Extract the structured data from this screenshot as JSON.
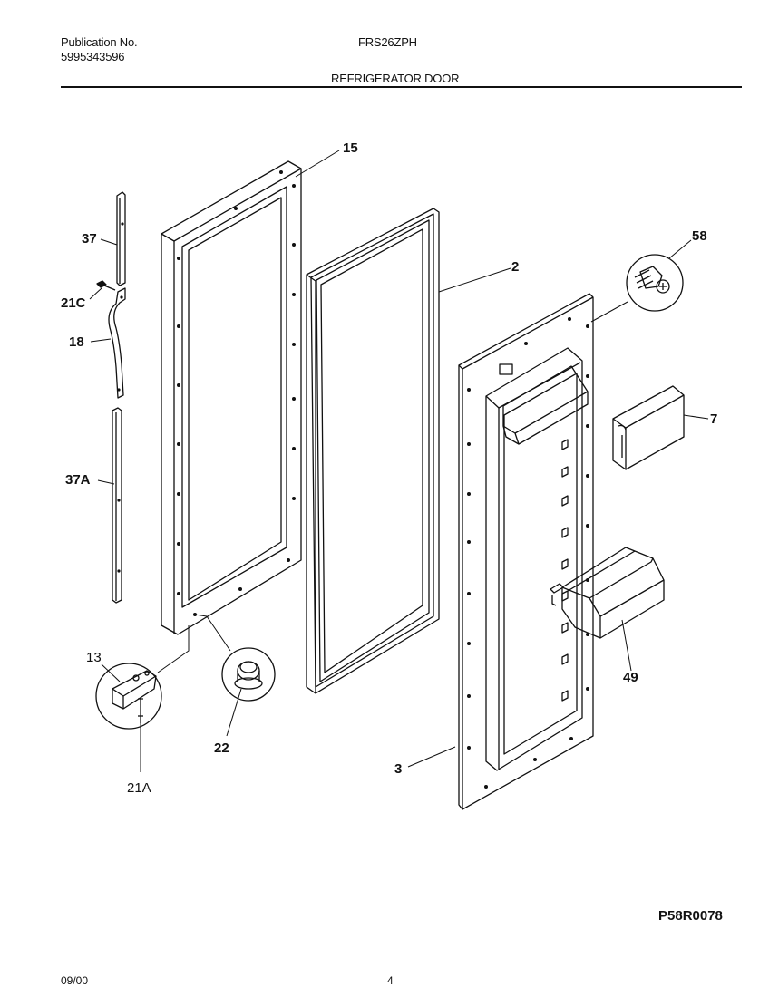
{
  "header": {
    "publication_label": "Publication No.",
    "publication_number": "5995343596",
    "model": "FRS26ZPH",
    "section_title": "REFRIGERATOR DOOR"
  },
  "callouts": {
    "p15": "15",
    "p2": "2",
    "p58": "58",
    "p7": "7",
    "p49": "49",
    "p3": "3",
    "p37": "37",
    "p21c": "21C",
    "p18": "18",
    "p37a": "37A",
    "p13": "13",
    "p21a": "21A",
    "p22": "22"
  },
  "footer": {
    "drawing_code": "P58R0078",
    "date": "09/00",
    "page_number": "4"
  }
}
